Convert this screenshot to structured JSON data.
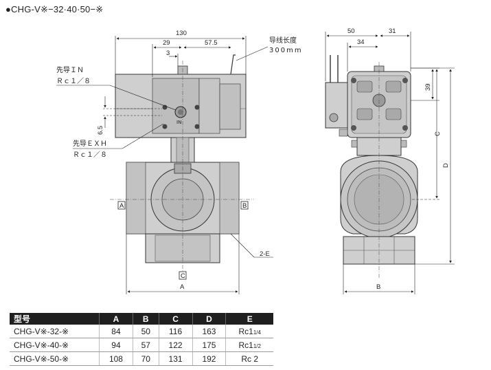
{
  "title": "●CHG-V※−32·40·50−※",
  "front_view": {
    "dim_130": "130",
    "dim_29": "29",
    "dim_57_5": "57.5",
    "dim_3": "3",
    "dim_6_5": "6.5",
    "wire_label": "导线长度",
    "wire_length": "300mm",
    "pilot_in_label": "先导ＩＮ",
    "pilot_in_thread": "Ｒｃ１／８",
    "pilot_exh_label": "先导ＥＸＨ",
    "pilot_exh_thread": "Ｒｃ１／８",
    "in_mark": "IN",
    "port_a": "A",
    "port_b": "B",
    "port_c": "C",
    "dim_a": "A",
    "callout_2e": "2-E"
  },
  "side_view": {
    "dim_50": "50",
    "dim_31": "31",
    "dim_34": "34",
    "dim_39": "39",
    "dim_c": "C",
    "dim_d": "D",
    "dim_b": "B"
  },
  "table": {
    "headers": [
      "型号",
      "A",
      "B",
      "C",
      "D",
      "E"
    ],
    "rows": [
      {
        "model": "CHG-V※-32-※",
        "a": "84",
        "b": "50",
        "c": "116",
        "d": "163",
        "e_main": "Rc1",
        "e_sub": "1/4"
      },
      {
        "model": "CHG-V※-40-※",
        "a": "94",
        "b": "57",
        "c": "122",
        "d": "175",
        "e_main": "Rc1",
        "e_sub": "1/2"
      },
      {
        "model": "CHG-V※-50-※",
        "a": "108",
        "b": "70",
        "c": "131",
        "d": "192",
        "e_main": "Rc 2",
        "e_sub": ""
      }
    ]
  }
}
